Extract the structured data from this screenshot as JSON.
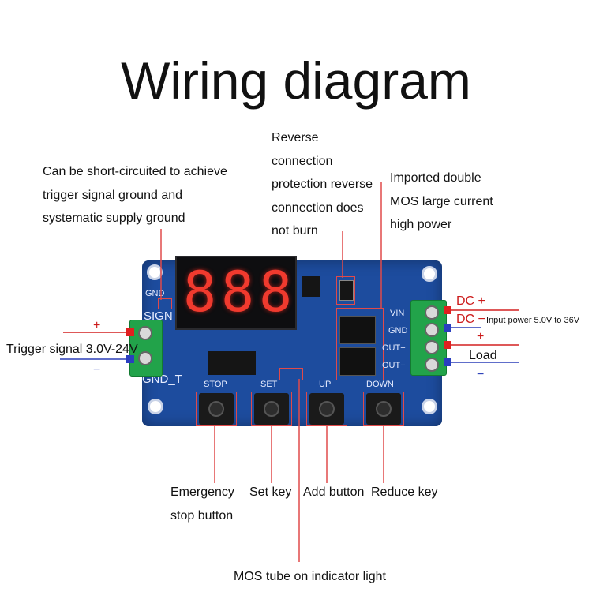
{
  "title": "Wiring diagram",
  "annotations": {
    "short_circuit": [
      "Can be short-circuited to achieve",
      "trigger signal ground and",
      "systematic supply ground"
    ],
    "reverse": [
      "Reverse",
      "connection",
      "protection reverse",
      "connection does",
      "not burn"
    ],
    "mos": [
      "Imported double",
      "MOS large current",
      "high power"
    ],
    "trigger": "Trigger signal 3.0V-24V",
    "input_power": "Input power 5.0V to 36V",
    "load": "Load",
    "stop_button": [
      "Emergency",
      "stop button"
    ],
    "set_key": "Set key",
    "add_button": "Add button",
    "reduce_key": "Reduce key",
    "indicator": "MOS tube on indicator light"
  },
  "symbols": {
    "plus": "+",
    "minus": "−",
    "dc_plus": "DC +",
    "dc_minus": "DC −"
  },
  "board": {
    "display": [
      "8",
      "8",
      "8"
    ],
    "sign_label": "SIGN",
    "gnd_t_label": "GND_T",
    "gnd_small": "GND",
    "button_labels": [
      "STOP",
      "SET",
      "UP",
      "DOWN"
    ],
    "terminal_labels": [
      "VIN",
      "GND",
      "OUT+",
      "OUT−"
    ]
  },
  "colors": {
    "pcb": "#1d4c9e",
    "wire_red": "#d42020",
    "wire_blue": "#2b3fb8",
    "callout": "#e04a4a",
    "terminal": "#22a34a"
  }
}
